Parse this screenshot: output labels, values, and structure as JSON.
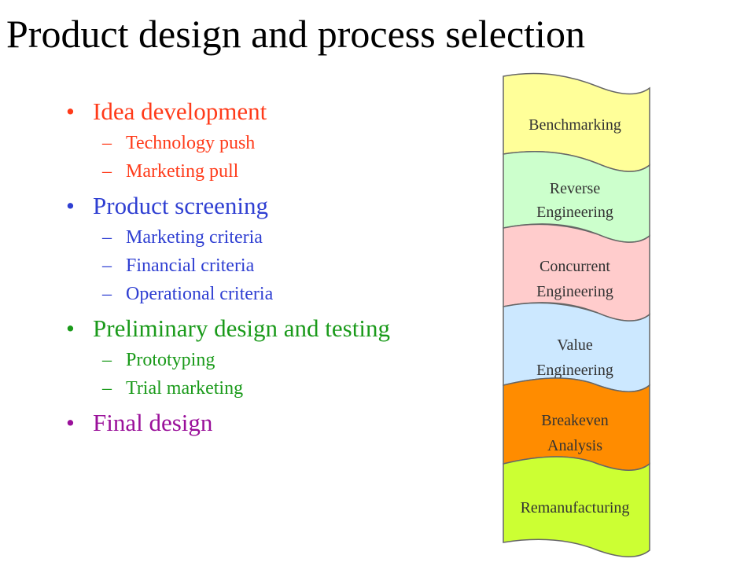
{
  "title": "Product design and process selection",
  "outline": [
    {
      "text": "Idea development",
      "color": "#ff3b1a",
      "sub": [
        "Technology push",
        "Marketing pull"
      ]
    },
    {
      "text": "Product screening",
      "color": "#2f3fd2",
      "sub": [
        "Marketing criteria",
        "Financial criteria",
        "Operational criteria"
      ]
    },
    {
      "text": "Preliminary design and testing",
      "color": "#1a9a1a",
      "sub": [
        "Prototyping",
        "Trial marketing"
      ]
    },
    {
      "text": "Final design",
      "color": "#9a109a",
      "sub": []
    }
  ],
  "stack": [
    {
      "lines": [
        "Benchmarking"
      ],
      "color": "#ffff99"
    },
    {
      "lines": [
        "Reverse",
        "Engineering"
      ],
      "color": "#ccffcc"
    },
    {
      "lines": [
        "Concurrent",
        "Engineering"
      ],
      "color": "#ffcccc"
    },
    {
      "lines": [
        "Value",
        "Engineering"
      ],
      "color": "#cce8ff"
    },
    {
      "lines": [
        "Breakeven",
        "Analysis"
      ],
      "color": "#ff8c00"
    },
    {
      "lines": [
        "Remanufacturing"
      ],
      "color": "#ccff33"
    }
  ]
}
